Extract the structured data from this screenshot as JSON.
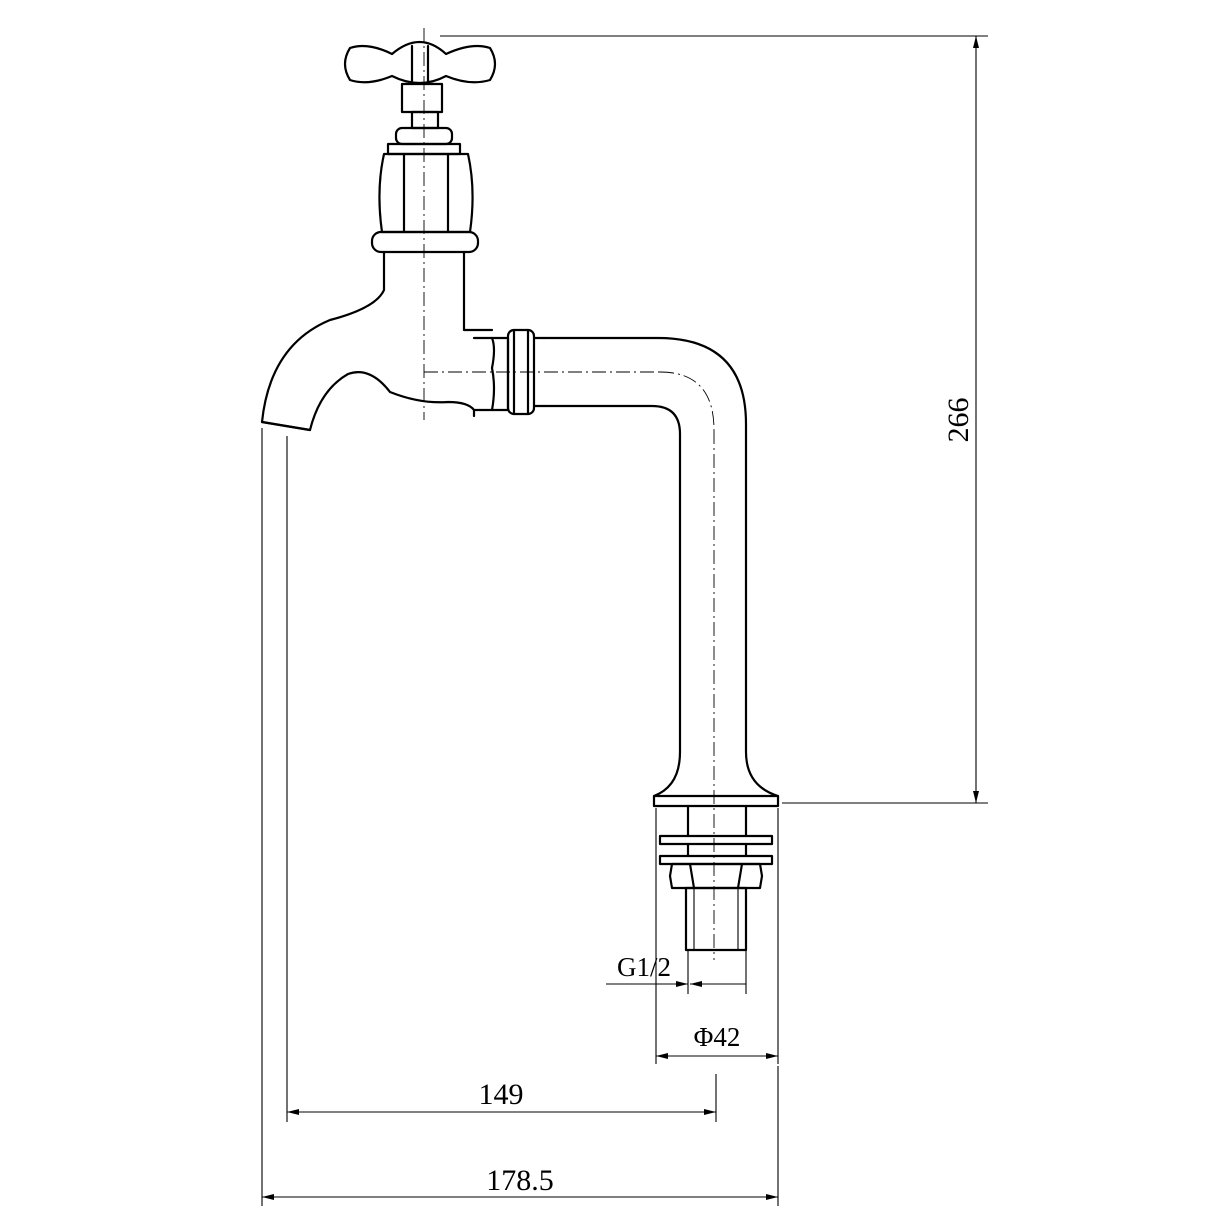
{
  "dimensions": {
    "height_total": "266",
    "thread": "G1/2",
    "base_diameter": "Φ42",
    "spout_projection": "149",
    "overall_width": "178.5"
  },
  "colors": {
    "line": "#000000",
    "background": "#ffffff"
  }
}
